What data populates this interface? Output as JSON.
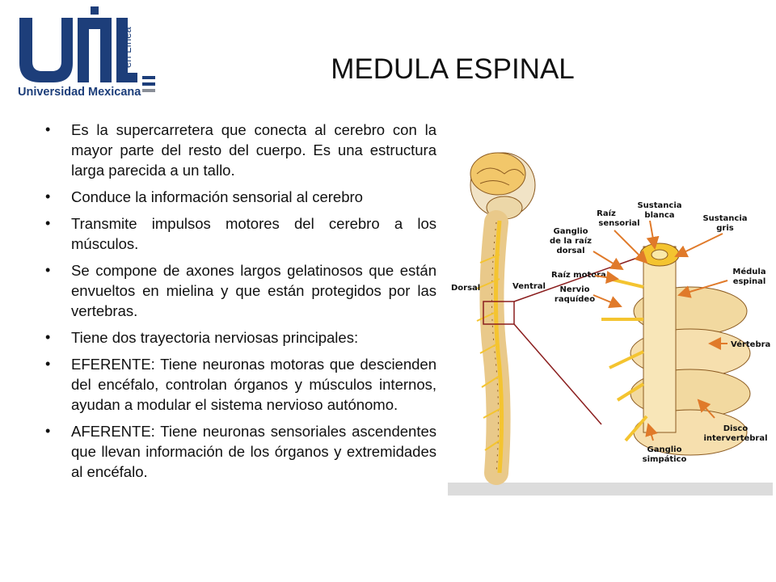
{
  "logo": {
    "wordmark": "Universidad Mexicana",
    "tagline": "en Línea",
    "colors": {
      "navy": "#1d3e7a",
      "gray": "#8a8f98"
    }
  },
  "slide": {
    "title": "MEDULA ESPINAL",
    "bullets": [
      "Es la supercarretera que conecta al cerebro con la mayor parte del resto del cuerpo. Es una estructura larga parecida a un tallo.",
      "Conduce la información sensorial al cerebro",
      "Transmite impulsos motores del cerebro a los músculos.",
      "Se compone de axones largos gelatinosos que están envueltos en mielina y que están protegidos por las vertebras.",
      "Tiene dos trayectoria nerviosas principales:",
      "EFERENTE: Tiene neuronas motoras que descienden del encéfalo, controlan órganos y músculos internos, ayudan a modular el sistema nervioso autónomo.",
      "AFERENTE: Tiene neuronas sensoriales ascendentes que llevan información de los órganos y extremidades al encéfalo."
    ]
  },
  "diagram": {
    "side_labels": {
      "dorsal": "Dorsal",
      "ventral": "Ventral"
    },
    "labels": {
      "raiz_sensorial": [
        "Raíz",
        "sensorial"
      ],
      "sustancia_blanca": [
        "Sustancia",
        "blanca"
      ],
      "sustancia_gris": [
        "Sustancia",
        "gris"
      ],
      "ganglio_dorsal": [
        "Ganglio",
        "de la raíz",
        "dorsal"
      ],
      "raiz_motora": "Raíz motora",
      "nervio_raquideo": [
        "Nervio",
        "raquídeo"
      ],
      "medula_espinal": [
        "Médula",
        "espinal"
      ],
      "vertebra": "Vértebra",
      "disco": [
        "Disco",
        "intervertebral"
      ],
      "ganglio_simpatico": [
        "Ganglio",
        "simpático"
      ]
    },
    "colors": {
      "arrow": "#e07a2a",
      "bone": "#f2d9a0",
      "nerve": "#f4c430",
      "outline": "#8b5a20"
    }
  }
}
